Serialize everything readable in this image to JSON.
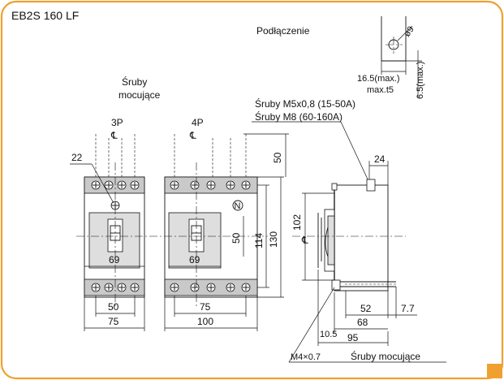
{
  "title": "EB2S 160 LF",
  "connection": {
    "label": "Podłączenie",
    "hole": "ø9",
    "width": "16.5(max.)",
    "thickness": "max.t5",
    "height": "6.5(max.)"
  },
  "mounting_screws_top": [
    "Śruby",
    "mocujące"
  ],
  "terminal_screws": {
    "line1": "Śruby M5x0,8 (15-50A)",
    "line2": "Śruby M8    (60-160A)"
  },
  "variants": {
    "p3": "3P",
    "p4": "4P"
  },
  "dims": {
    "d22": "22",
    "d69a": "69",
    "d69b": "69",
    "d50a": "50",
    "d75a": "75",
    "d75b": "75",
    "d100": "100",
    "d50top": "50",
    "d50mid": "50",
    "d114": "114",
    "d130": "130",
    "d24": "24",
    "d102": "102",
    "d52": "52",
    "d7_7": "7.7",
    "d68": "68",
    "d10_5": "10.5",
    "d95": "95"
  },
  "symbols": {
    "center": "℄",
    "neutral": "N"
  },
  "bottom": {
    "m4": "M4×0.7",
    "screws": "Śruby mocujące"
  }
}
